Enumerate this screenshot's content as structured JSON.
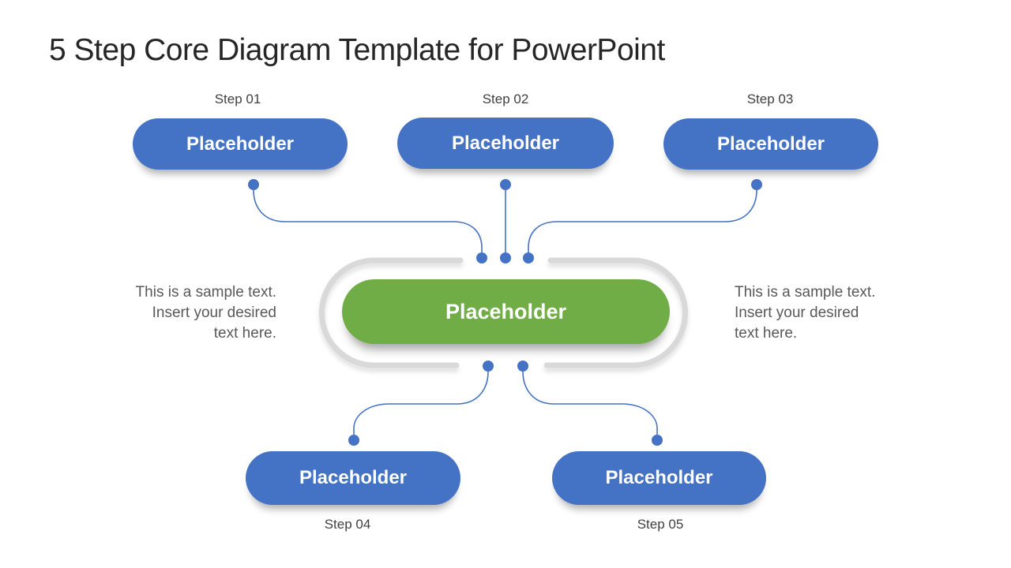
{
  "slide": {
    "title": "5 Step Core Diagram Template for PowerPoint"
  },
  "colors": {
    "accent_blue": "#4472C4",
    "accent_green": "#70AD47",
    "ring_gray": "#D9D9D9",
    "title_text": "#262626",
    "step_label_text": "#404040",
    "sample_text": "#595959",
    "pill_text": "#FFFFFF",
    "background": "#FFFFFF"
  },
  "steps": [
    {
      "label": "Step 01",
      "pill_text": "Placeholder"
    },
    {
      "label": "Step 02",
      "pill_text": "Placeholder"
    },
    {
      "label": "Step 03",
      "pill_text": "Placeholder"
    },
    {
      "label": "Step 04",
      "pill_text": "Placeholder"
    },
    {
      "label": "Step 05",
      "pill_text": "Placeholder"
    }
  ],
  "center": {
    "pill_text": "Placeholder"
  },
  "notes": {
    "left": "This is a sample text.\nInsert your desired\ntext here.",
    "right": "This is a sample text.\nInsert your desired\ntext here."
  }
}
